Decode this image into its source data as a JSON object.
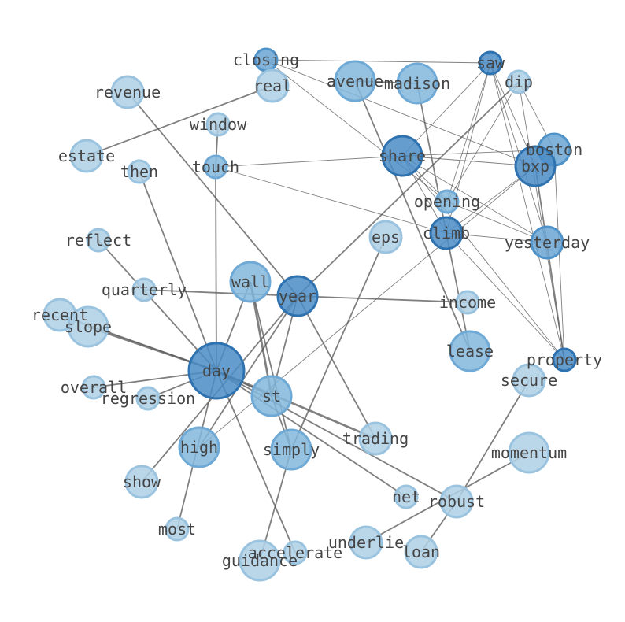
{
  "graph": {
    "nodes": [
      {
        "id": "closing",
        "label": "closing",
        "size": 14,
        "shade": 3
      },
      {
        "id": "real",
        "label": "real",
        "size": 20,
        "shade": 1
      },
      {
        "id": "revenue",
        "label": "revenue",
        "size": 20,
        "shade": 1
      },
      {
        "id": "avenue",
        "label": "avenue",
        "size": 25,
        "shade": 2
      },
      {
        "id": "madison",
        "label": "madison",
        "size": 25,
        "shade": 2
      },
      {
        "id": "saw",
        "label": "saw",
        "size": 14,
        "shade": 4
      },
      {
        "id": "dip",
        "label": "dip",
        "size": 14,
        "shade": 1
      },
      {
        "id": "window",
        "label": "window",
        "size": 14,
        "shade": 1
      },
      {
        "id": "estate",
        "label": "estate",
        "size": 20,
        "shade": 1
      },
      {
        "id": "then",
        "label": "then",
        "size": 14,
        "shade": 1
      },
      {
        "id": "touch",
        "label": "touch",
        "size": 14,
        "shade": 2
      },
      {
        "id": "share",
        "label": "share",
        "size": 25,
        "shade": 4
      },
      {
        "id": "boston",
        "label": "boston",
        "size": 20,
        "shade": 3
      },
      {
        "id": "bxp",
        "label": "bxp",
        "size": 25,
        "shade": 4
      },
      {
        "id": "opening",
        "label": "opening",
        "size": 14,
        "shade": 2
      },
      {
        "id": "reflect",
        "label": "reflect",
        "size": 14,
        "shade": 1
      },
      {
        "id": "eps",
        "label": "eps",
        "size": 20,
        "shade": 1
      },
      {
        "id": "climb",
        "label": "climb",
        "size": 20,
        "shade": 4
      },
      {
        "id": "yesterday",
        "label": "yesterday",
        "size": 20,
        "shade": 3
      },
      {
        "id": "wall",
        "label": "wall",
        "size": 25,
        "shade": 2
      },
      {
        "id": "quarterly",
        "label": "quarterly",
        "size": 14,
        "shade": 1
      },
      {
        "id": "year",
        "label": "year",
        "size": 25,
        "shade": 4
      },
      {
        "id": "income",
        "label": "income",
        "size": 14,
        "shade": 1
      },
      {
        "id": "recent",
        "label": "recent",
        "size": 20,
        "shade": 1
      },
      {
        "id": "slope",
        "label": "slope",
        "size": 25,
        "shade": 1
      },
      {
        "id": "lease",
        "label": "lease",
        "size": 25,
        "shade": 2
      },
      {
        "id": "property",
        "label": "property",
        "size": 14,
        "shade": 4
      },
      {
        "id": "day",
        "label": "day",
        "size": 35,
        "shade": 4
      },
      {
        "id": "overall",
        "label": "overall",
        "size": 14,
        "shade": 1
      },
      {
        "id": "regression",
        "label": "regression",
        "size": 14,
        "shade": 1
      },
      {
        "id": "st",
        "label": "st",
        "size": 25,
        "shade": 2
      },
      {
        "id": "secure",
        "label": "secure",
        "size": 20,
        "shade": 1
      },
      {
        "id": "trading",
        "label": "trading",
        "size": 20,
        "shade": 1
      },
      {
        "id": "high",
        "label": "high",
        "size": 25,
        "shade": 2
      },
      {
        "id": "simply",
        "label": "simply",
        "size": 25,
        "shade": 2
      },
      {
        "id": "momentum",
        "label": "momentum",
        "size": 25,
        "shade": 1
      },
      {
        "id": "show",
        "label": "show",
        "size": 20,
        "shade": 1
      },
      {
        "id": "net",
        "label": "net",
        "size": 14,
        "shade": 1
      },
      {
        "id": "robust",
        "label": "robust",
        "size": 20,
        "shade": 1
      },
      {
        "id": "most",
        "label": "most",
        "size": 14,
        "shade": 1
      },
      {
        "id": "underlie",
        "label": "underlie",
        "size": 20,
        "shade": 1
      },
      {
        "id": "loan",
        "label": "loan",
        "size": 20,
        "shade": 1
      },
      {
        "id": "accelerate",
        "label": "accelerate",
        "size": 14,
        "shade": 1
      },
      {
        "id": "guidance",
        "label": "guidance",
        "size": 25,
        "shade": 1
      }
    ],
    "edges": [
      {
        "source": "real",
        "target": "estate",
        "weight": 2
      },
      {
        "source": "revenue",
        "target": "year",
        "weight": 2
      },
      {
        "source": "closing",
        "target": "saw",
        "weight": 1
      },
      {
        "source": "closing",
        "target": "bxp",
        "weight": 1
      },
      {
        "source": "closing",
        "target": "opening",
        "weight": 1
      },
      {
        "source": "avenue",
        "target": "madison",
        "weight": 2
      },
      {
        "source": "avenue",
        "target": "lease",
        "weight": 2
      },
      {
        "source": "madison",
        "target": "climb",
        "weight": 2
      },
      {
        "source": "saw",
        "target": "share",
        "weight": 1
      },
      {
        "source": "saw",
        "target": "opening",
        "weight": 1
      },
      {
        "source": "saw",
        "target": "climb",
        "weight": 1
      },
      {
        "source": "saw",
        "target": "yesterday",
        "weight": 1
      },
      {
        "source": "saw",
        "target": "property",
        "weight": 1
      },
      {
        "source": "saw",
        "target": "bxp",
        "weight": 1
      },
      {
        "source": "dip",
        "target": "year",
        "weight": 2
      },
      {
        "source": "dip",
        "target": "opening",
        "weight": 1
      },
      {
        "source": "dip",
        "target": "property",
        "weight": 1
      },
      {
        "source": "dip",
        "target": "boston",
        "weight": 1
      },
      {
        "source": "window",
        "target": "touch",
        "weight": 2
      },
      {
        "source": "touch",
        "target": "day",
        "weight": 2
      },
      {
        "source": "touch",
        "target": "share",
        "weight": 1
      },
      {
        "source": "touch",
        "target": "climb",
        "weight": 1
      },
      {
        "source": "then",
        "target": "day",
        "weight": 2
      },
      {
        "source": "share",
        "target": "bxp",
        "weight": 1
      },
      {
        "source": "share",
        "target": "boston",
        "weight": 1
      },
      {
        "source": "share",
        "target": "opening",
        "weight": 1
      },
      {
        "source": "share",
        "target": "climb",
        "weight": 1
      },
      {
        "source": "share",
        "target": "yesterday",
        "weight": 1
      },
      {
        "source": "share",
        "target": "property",
        "weight": 1
      },
      {
        "source": "boston",
        "target": "property",
        "weight": 1
      },
      {
        "source": "bxp",
        "target": "climb",
        "weight": 1
      },
      {
        "source": "bxp",
        "target": "property",
        "weight": 2
      },
      {
        "source": "bxp",
        "target": "high",
        "weight": 1
      },
      {
        "source": "climb",
        "target": "yesterday",
        "weight": 1
      },
      {
        "source": "climb",
        "target": "lease",
        "weight": 2
      },
      {
        "source": "climb",
        "target": "property",
        "weight": 1
      },
      {
        "source": "opening",
        "target": "yesterday",
        "weight": 1
      },
      {
        "source": "reflect",
        "target": "day",
        "weight": 2
      },
      {
        "source": "eps",
        "target": "simply",
        "weight": 2
      },
      {
        "source": "quarterly",
        "target": "year",
        "weight": 2
      },
      {
        "source": "year",
        "target": "income",
        "weight": 2
      },
      {
        "source": "year",
        "target": "st",
        "weight": 2
      },
      {
        "source": "year",
        "target": "trading",
        "weight": 2
      },
      {
        "source": "year",
        "target": "high",
        "weight": 2
      },
      {
        "source": "year",
        "target": "show",
        "weight": 2
      },
      {
        "source": "wall",
        "target": "st",
        "weight": 3
      },
      {
        "source": "wall",
        "target": "simply",
        "weight": 2
      },
      {
        "source": "wall",
        "target": "day",
        "weight": 2
      },
      {
        "source": "st",
        "target": "simply",
        "weight": 2
      },
      {
        "source": "recent",
        "target": "day",
        "weight": 2
      },
      {
        "source": "slope",
        "target": "day",
        "weight": 3
      },
      {
        "source": "overall",
        "target": "day",
        "weight": 2
      },
      {
        "source": "regression",
        "target": "day",
        "weight": 2
      },
      {
        "source": "day",
        "target": "st",
        "weight": 2
      },
      {
        "source": "day",
        "target": "trading",
        "weight": 3
      },
      {
        "source": "day",
        "target": "robust",
        "weight": 2
      },
      {
        "source": "day",
        "target": "net",
        "weight": 2
      },
      {
        "source": "day",
        "target": "most",
        "weight": 2
      },
      {
        "source": "day",
        "target": "accelerate",
        "weight": 2
      },
      {
        "source": "simply",
        "target": "guidance",
        "weight": 2
      },
      {
        "source": "robust",
        "target": "secure",
        "weight": 2
      },
      {
        "source": "robust",
        "target": "loan",
        "weight": 2
      },
      {
        "source": "underlie",
        "target": "momentum",
        "weight": 2
      }
    ]
  },
  "colors": {
    "shade": {
      "1": {
        "fill": "#aecfe5",
        "stroke": "#9ac3df"
      },
      "2": {
        "fill": "#82b7dc",
        "stroke": "#6fa9d5"
      },
      "3": {
        "fill": "#6aa5d3",
        "stroke": "#4f92c8"
      },
      "4": {
        "fill": "#4a8cc6",
        "stroke": "#2f72b0"
      }
    },
    "label": "#444444",
    "edge": "#555555",
    "background": "#ffffff"
  }
}
